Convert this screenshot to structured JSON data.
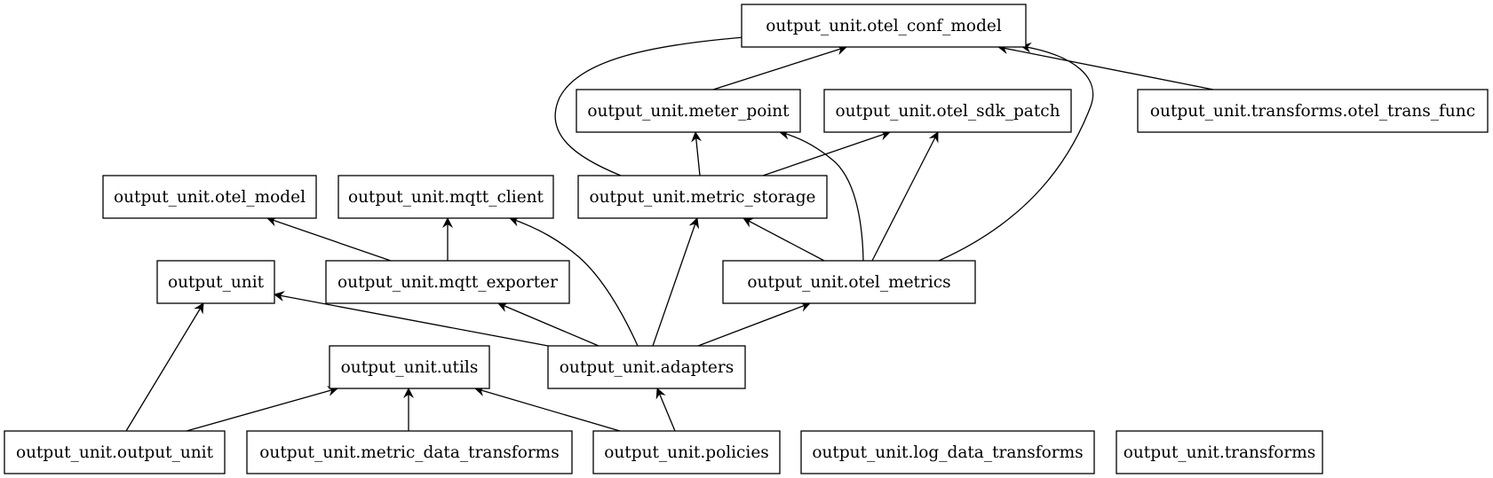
{
  "diagram": {
    "type": "module-dependency-graph",
    "arrow_color": "#000000",
    "node_border_color": "#000000",
    "background": "#ffffff",
    "nodes": [
      {
        "id": "otel_conf_model",
        "label": "output_unit.otel_conf_model"
      },
      {
        "id": "meter_point",
        "label": "output_unit.meter_point"
      },
      {
        "id": "otel_sdk_patch",
        "label": "output_unit.otel_sdk_patch"
      },
      {
        "id": "otel_trans_func",
        "label": "output_unit.transforms.otel_trans_func"
      },
      {
        "id": "otel_model",
        "label": "output_unit.otel_model"
      },
      {
        "id": "mqtt_client",
        "label": "output_unit.mqtt_client"
      },
      {
        "id": "metric_storage",
        "label": "output_unit.metric_storage"
      },
      {
        "id": "output_unit_pkg",
        "label": "output_unit"
      },
      {
        "id": "mqtt_exporter",
        "label": "output_unit.mqtt_exporter"
      },
      {
        "id": "otel_metrics",
        "label": "output_unit.otel_metrics"
      },
      {
        "id": "utils",
        "label": "output_unit.utils"
      },
      {
        "id": "adapters",
        "label": "output_unit.adapters"
      },
      {
        "id": "output_unit_mod",
        "label": "output_unit.output_unit"
      },
      {
        "id": "metric_data_transforms",
        "label": "output_unit.metric_data_transforms"
      },
      {
        "id": "policies",
        "label": "output_unit.policies"
      },
      {
        "id": "log_data_transforms",
        "label": "output_unit.log_data_transforms"
      },
      {
        "id": "transforms",
        "label": "output_unit.transforms"
      }
    ],
    "edges": [
      {
        "from": "meter_point",
        "to": "otel_conf_model"
      },
      {
        "from": "otel_trans_func",
        "to": "otel_conf_model"
      },
      {
        "from": "metric_storage",
        "to": "otel_conf_model"
      },
      {
        "from": "otel_metrics",
        "to": "otel_conf_model"
      },
      {
        "from": "metric_storage",
        "to": "meter_point"
      },
      {
        "from": "metric_storage",
        "to": "otel_sdk_patch"
      },
      {
        "from": "otel_metrics",
        "to": "meter_point"
      },
      {
        "from": "otel_metrics",
        "to": "otel_sdk_patch"
      },
      {
        "from": "otel_metrics",
        "to": "metric_storage"
      },
      {
        "from": "mqtt_exporter",
        "to": "otel_model"
      },
      {
        "from": "mqtt_exporter",
        "to": "mqtt_client"
      },
      {
        "from": "adapters",
        "to": "mqtt_client"
      },
      {
        "from": "adapters",
        "to": "metric_storage"
      },
      {
        "from": "adapters",
        "to": "output_unit_pkg"
      },
      {
        "from": "adapters",
        "to": "mqtt_exporter"
      },
      {
        "from": "adapters",
        "to": "otel_metrics"
      },
      {
        "from": "output_unit_mod",
        "to": "output_unit_pkg"
      },
      {
        "from": "output_unit_mod",
        "to": "utils"
      },
      {
        "from": "metric_data_transforms",
        "to": "utils"
      },
      {
        "from": "policies",
        "to": "utils"
      },
      {
        "from": "policies",
        "to": "adapters"
      }
    ]
  }
}
